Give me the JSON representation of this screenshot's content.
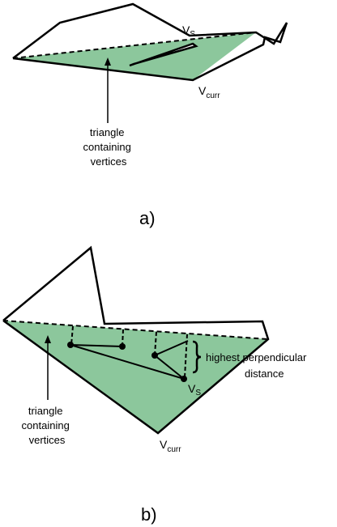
{
  "colors": {
    "fill": "#8cc79c",
    "stroke": "#000000",
    "background": "#ffffff"
  },
  "panel_a": {
    "label": "a)",
    "vertex_s": {
      "base": "V",
      "sub": "S"
    },
    "vertex_curr": {
      "base": "V",
      "sub": "curr"
    },
    "callout": [
      "triangle",
      "containing",
      "vertices"
    ]
  },
  "panel_b": {
    "label": "b)",
    "vertex_s": {
      "base": "V",
      "sub": "S"
    },
    "vertex_curr": {
      "base": "V",
      "sub": "curr"
    },
    "callout": [
      "triangle",
      "containing",
      "vertices"
    ],
    "annotation": [
      "highest  perpendicular",
      "distance"
    ]
  }
}
